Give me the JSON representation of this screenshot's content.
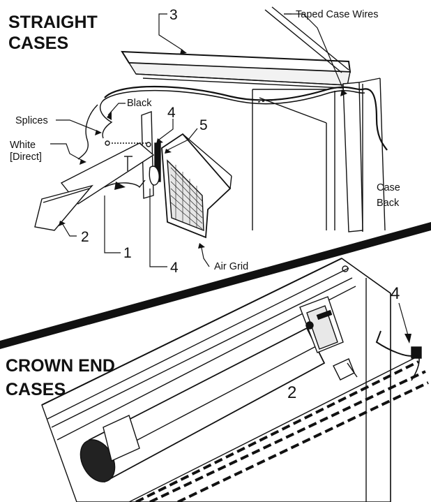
{
  "top_section": {
    "heading_line1": "STRAIGHT",
    "heading_line2": "CASES",
    "labels": {
      "taped_case_wires": "Taped Case Wires",
      "black": "Black",
      "splices": "Splices",
      "white_line1": "White",
      "white_line2": "[Direct]",
      "case_back_line1": "Case",
      "case_back_line2": "Back",
      "air_grid": "Air Grid"
    },
    "callouts": {
      "n3": "3",
      "n4_top": "4",
      "n5": "5",
      "n2": "2",
      "n1": "1",
      "n4_bottom": "4"
    }
  },
  "bottom_section": {
    "heading_line1": "CROWN END",
    "heading_line2": "CASES",
    "callouts": {
      "n4": "4",
      "n2": "2"
    }
  },
  "colors": {
    "ink": "#111111",
    "paper": "#ffffff",
    "shade": "#d9d9d9"
  }
}
